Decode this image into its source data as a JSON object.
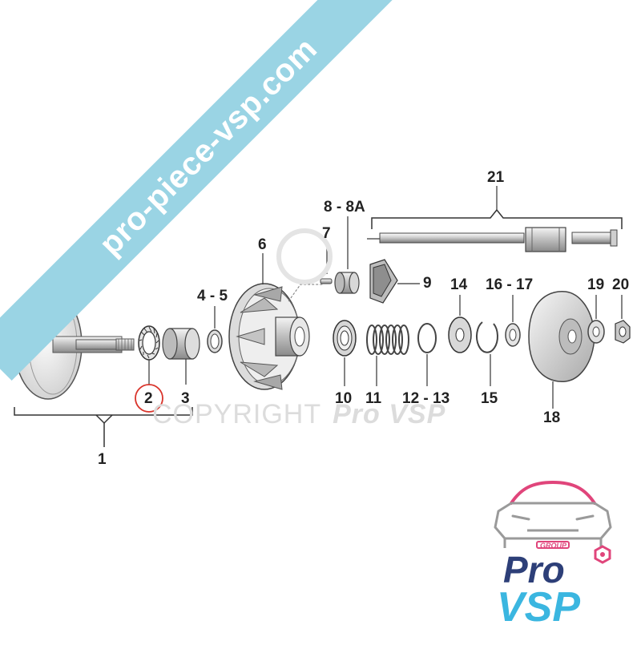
{
  "banner": {
    "text": "pro-piece-vsp.com",
    "color": "#9ad4e4"
  },
  "watermark": {
    "text": "COPYRIGHT",
    "brand": "Pro VSP"
  },
  "labels": {
    "l1": "1",
    "l2": "2",
    "l3": "3",
    "l4_5": "4 - 5",
    "l6": "6",
    "l7": "7",
    "l8_8a": "8 - 8A",
    "l9": "9",
    "l10": "10",
    "l11": "11",
    "l12_13": "12 - 13",
    "l14": "14",
    "l15": "15",
    "l16_17": "16 - 17",
    "l18": "18",
    "l19": "19",
    "l20": "20",
    "l21": "21"
  },
  "highlight": {
    "part": "2",
    "color": "#d9342b"
  },
  "logo": {
    "group": "GROUP",
    "pro": "Pro",
    "vsp": "VSP",
    "pink": "#e0457b",
    "navy": "#2d3f78",
    "cyan": "#3bb6e0"
  }
}
